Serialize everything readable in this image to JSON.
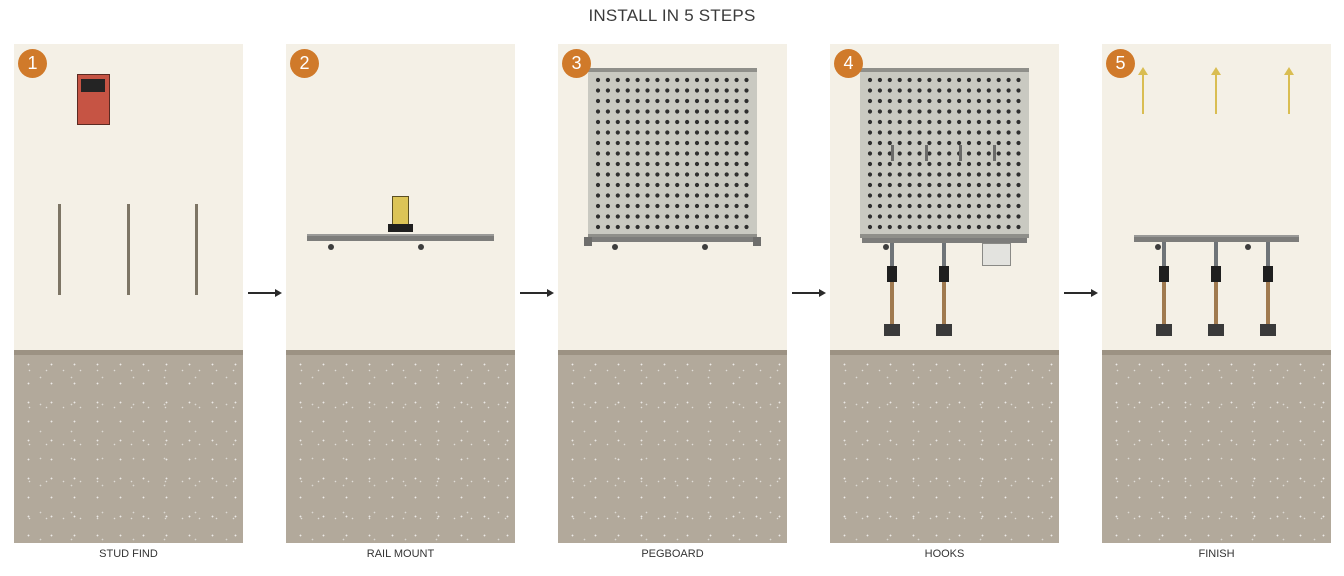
{
  "header": {
    "title": "INSTALL IN 5 STEPS"
  },
  "steps": [
    {
      "number": "1",
      "label": "STUD FIND"
    },
    {
      "number": "2",
      "label": "RAIL MOUNT"
    },
    {
      "number": "3",
      "label": "PEGBOARD"
    },
    {
      "number": "4",
      "label": "HOOKS"
    },
    {
      "number": "5",
      "label": "FINISH"
    }
  ],
  "colors": {
    "wall": "#f4f0e6",
    "floor": "#b2a99b",
    "badge": "#d07a2a",
    "stud_finder": "#c65444",
    "level": "#dcc457",
    "pegboard": "#c9c9c1",
    "rail": "#7d7d7b",
    "hook_shaft": "#a07a4f",
    "lift_arrow": "#d9bd52"
  },
  "icons": [
    "stud-finder-icon",
    "level-icon",
    "pegboard-icon",
    "hook-icon",
    "up-arrow-icon",
    "right-arrow-icon"
  ]
}
